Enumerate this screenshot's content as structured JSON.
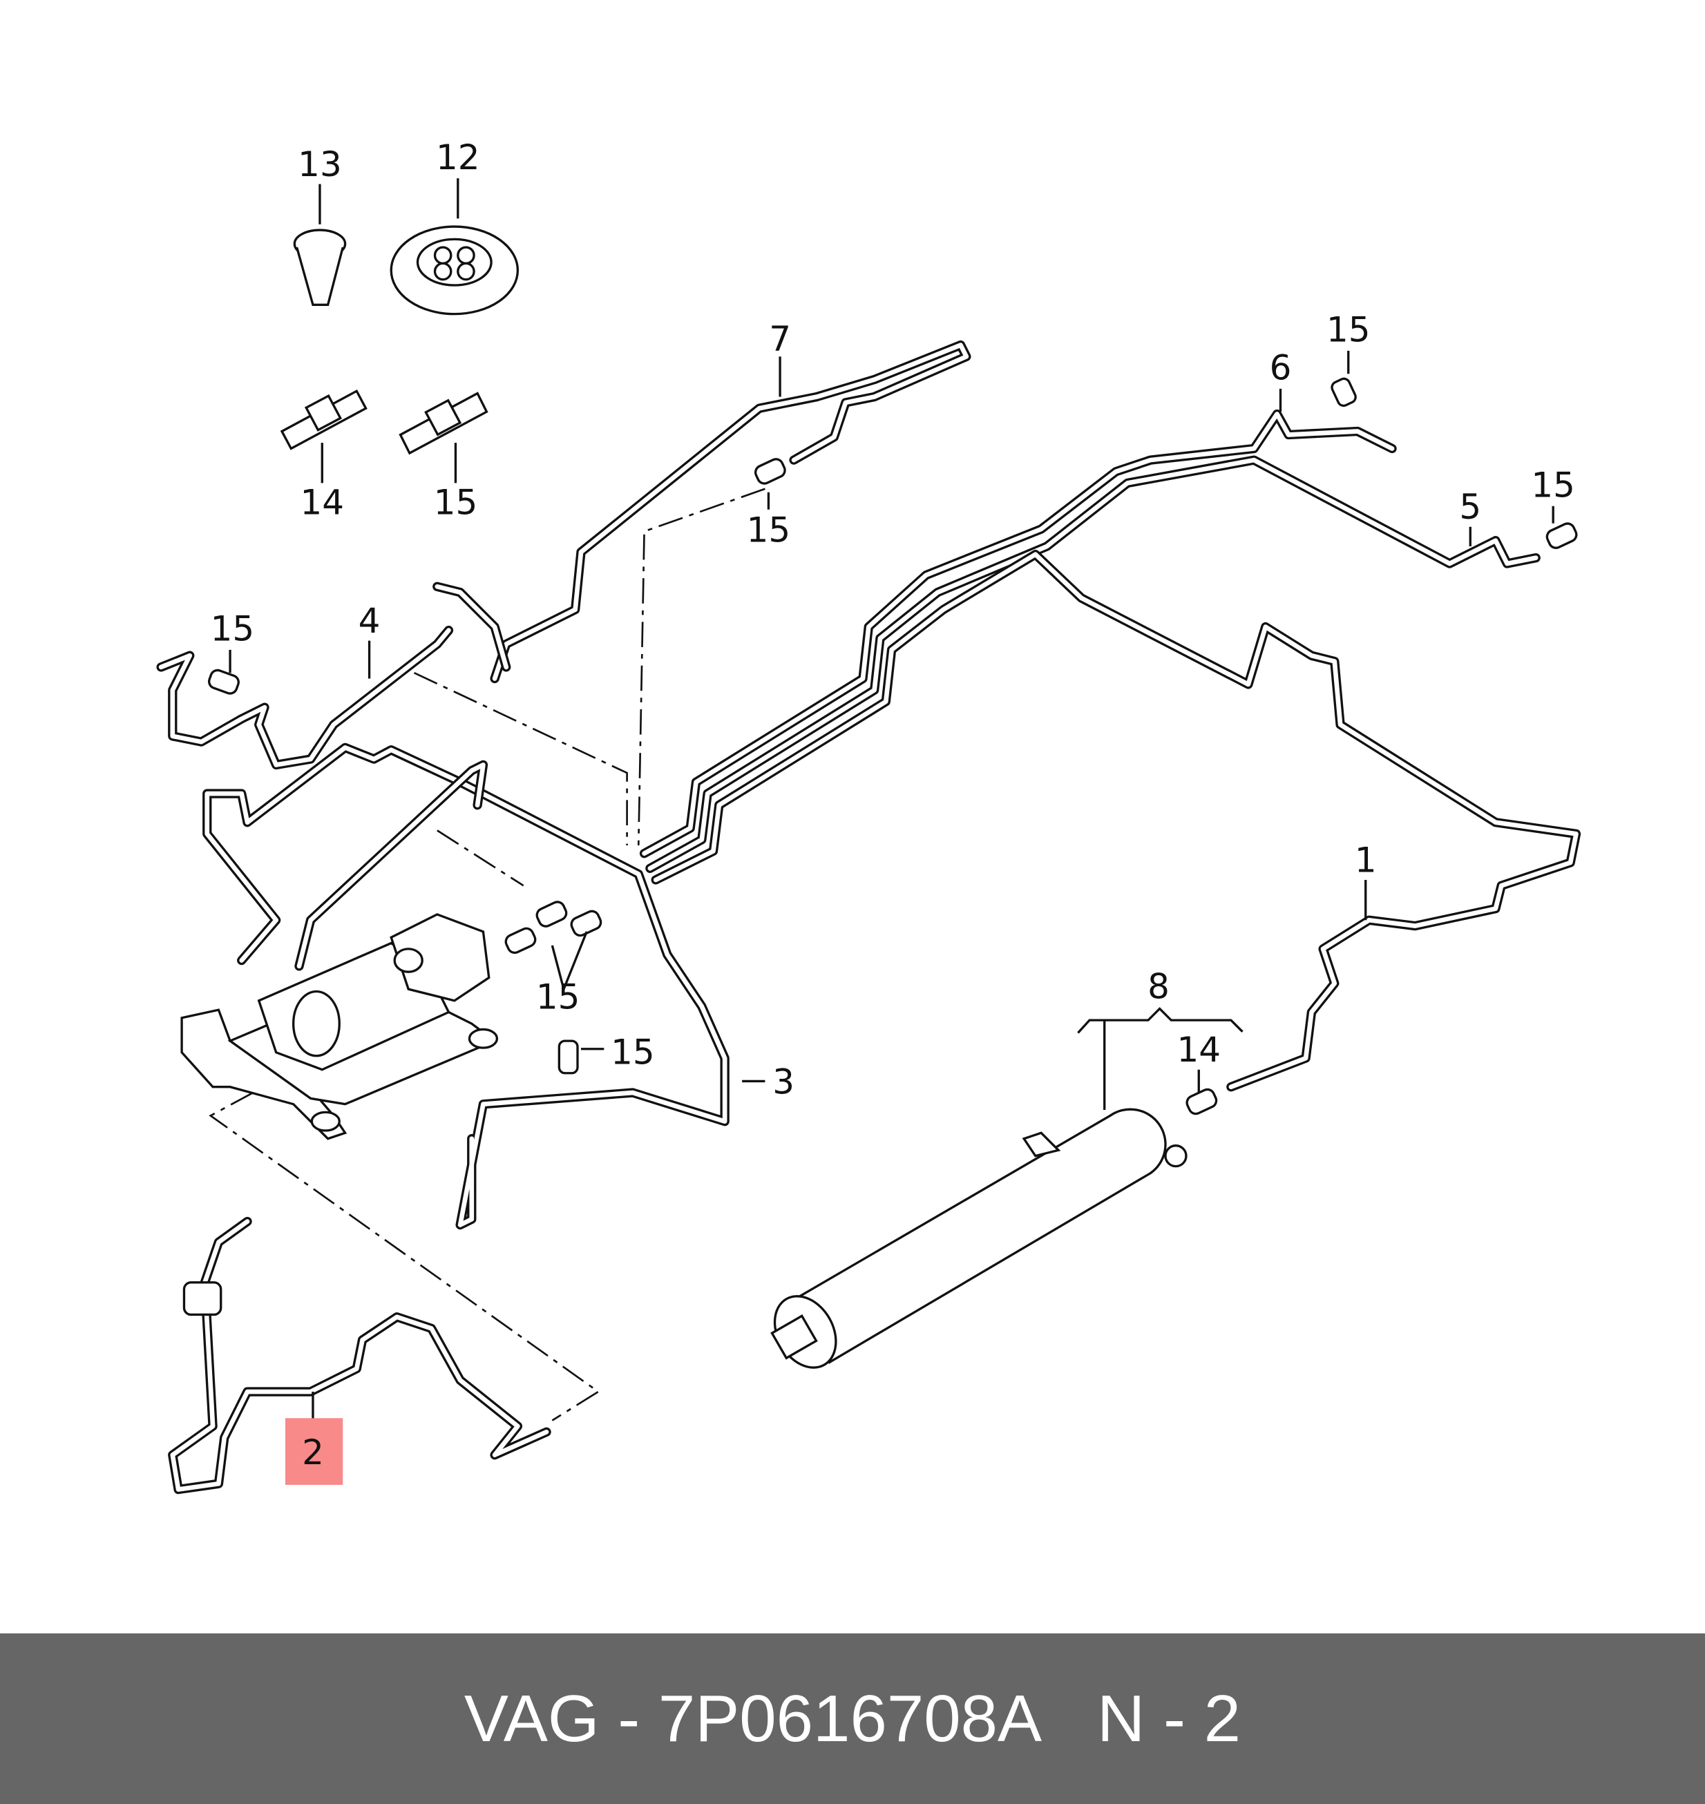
{
  "diagram": {
    "callouts": {
      "c13": "13",
      "c12": "12",
      "c14a": "14",
      "c15a": "15",
      "c7": "7",
      "c15b": "15",
      "c6": "6",
      "c5": "5",
      "c15c": "15",
      "c15d": "15",
      "c15e": "15",
      "c4": "4",
      "c1": "1",
      "c8": "8",
      "c14b": "14",
      "c15f": "15",
      "c15g": "15",
      "c3": "3",
      "c2": "2"
    },
    "highlight_color": "#f88a8a"
  },
  "banner": {
    "brand": "VAG",
    "separator": " - ",
    "part_number": "7P0616708A",
    "position_label": "N - 2",
    "background": "#666666"
  }
}
